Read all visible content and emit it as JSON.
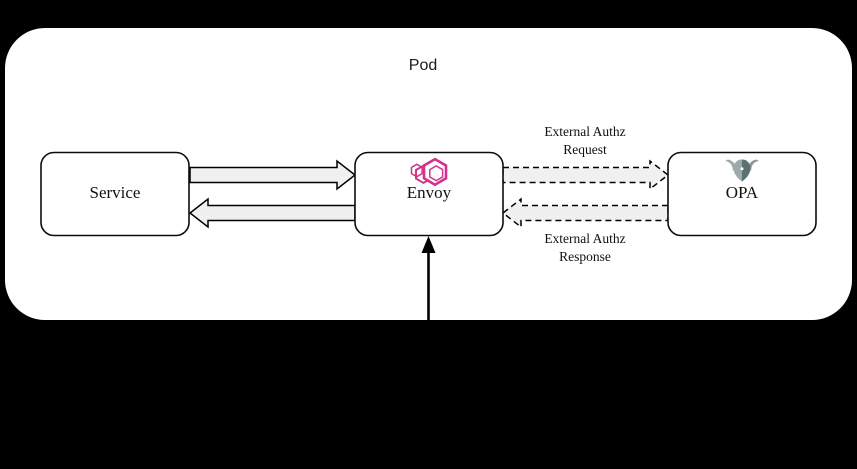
{
  "diagram": {
    "title": "Pod",
    "background_color": "#000000",
    "container_color": "#ffffff",
    "nodes": [
      {
        "id": "service",
        "label": "Service",
        "icon": null,
        "fill": "#ffffff",
        "stroke": "#000000"
      },
      {
        "id": "envoy",
        "label": "Envoy",
        "icon": "envoy-hexagon-logo-icon",
        "icon_color": "#d6308f",
        "fill": "#ffffff",
        "stroke": "#000000"
      },
      {
        "id": "opa",
        "label": "OPA",
        "icon": "opa-viking-helmet-logo-icon",
        "icon_color": "#5d7073",
        "icon_color_light": "#a8b2b3",
        "fill": "#ffffff",
        "stroke": "#000000"
      }
    ],
    "edges": [
      {
        "id": "service-to-envoy",
        "from": "service",
        "to": "envoy",
        "label": "",
        "style": "solid-block-arrow",
        "fill": "#f0f0f0",
        "stroke": "#000000"
      },
      {
        "id": "envoy-to-service",
        "from": "envoy",
        "to": "service",
        "label": "",
        "style": "solid-block-arrow",
        "fill": "#f0f0f0",
        "stroke": "#000000"
      },
      {
        "id": "envoy-to-opa",
        "from": "envoy",
        "to": "opa",
        "label_line1": "External Authz",
        "label_line2": "Request",
        "style": "dashed-block-arrow",
        "fill": "#f0f0f0",
        "stroke": "#000000"
      },
      {
        "id": "opa-to-envoy",
        "from": "opa",
        "to": "envoy",
        "label_line1": "External Authz",
        "label_line2": "Response",
        "style": "dashed-block-arrow",
        "fill": "#f0f0f0",
        "stroke": "#000000"
      },
      {
        "id": "inbound-traffic-to-envoy",
        "from": "external",
        "to": "envoy",
        "label": "",
        "style": "solid-line-arrow",
        "stroke": "#000000"
      }
    ]
  }
}
